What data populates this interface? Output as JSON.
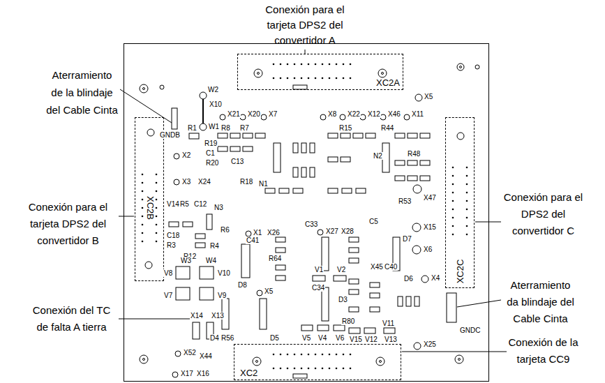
{
  "diagram": {
    "nodes": [
      {
        "text": [
          "XC2A"
        ]
      },
      {
        "text": [
          "XC2B"
        ]
      },
      {
        "text": [
          "XC2C"
        ]
      },
      {
        "text": [
          "XC2"
        ]
      }
    ],
    "labels": [
      "Conexión para el tarjeta DPS2 del convertidor A",
      "Aterramiento de la blindaje del Cable Cinta",
      "Conexión para el DPS2 del convertidor C",
      "Conexión para el tarjeta DPS2 del convertidor B",
      "Aterramiento da blindaje del Cable Cinta",
      "Conexión del TC de falta A tierra",
      "Conexión de la tarjeta CC9",
      "W2",
      "X5",
      "X10",
      "X21",
      "X20",
      "X7",
      "X8",
      "X22",
      "X12",
      "X46",
      "X11",
      "R1",
      "W1",
      "GNDB",
      "R8",
      "R7",
      "R15",
      "R44",
      "R19",
      "C1",
      "R20",
      "C13",
      "X2",
      "N2",
      "R48",
      "X3",
      "X24",
      "R18",
      "N1",
      "X47",
      "R53",
      "V14",
      "R5",
      "C12",
      "N3",
      "C18",
      "R6",
      "X1",
      "X26",
      "C33",
      "X27",
      "X28",
      "C5",
      "X15",
      "R3",
      "R4",
      "D7",
      "X6",
      "C41",
      "R12",
      "R64",
      "W3",
      "W4",
      "X45",
      "C40",
      "V1",
      "V2",
      "V8",
      "V10",
      "X4",
      "D6",
      "D8",
      "X5",
      "C34",
      "V7",
      "V9",
      "D3",
      "X14",
      "X13",
      "R80",
      "V11",
      "GNDC",
      "D4",
      "R56",
      "D5",
      "V5",
      "V4",
      "V6",
      "V15",
      "V12",
      "V13",
      "X25",
      "X52",
      "X44",
      "X17",
      "X16"
    ]
  }
}
